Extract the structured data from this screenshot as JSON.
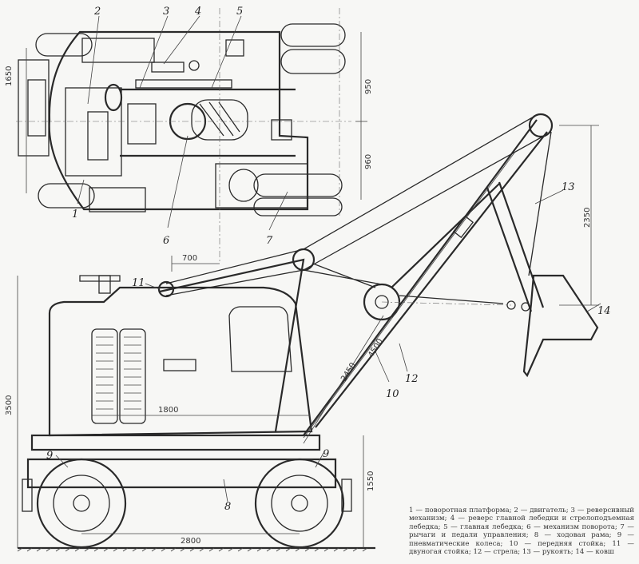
{
  "callouts": {
    "c1": "1",
    "c2": "2",
    "c3": "3",
    "c4": "4",
    "c5": "5",
    "c6": "6",
    "c7": "7",
    "c8": "8",
    "c9a": "9",
    "c9b": "9",
    "c10": "10",
    "c11": "11",
    "c12": "12",
    "c13": "13",
    "c14": "14"
  },
  "dimensions": {
    "d1650": "1650",
    "d950": "950",
    "d960": "960",
    "d700": "700",
    "d2350": "2350",
    "d4500": "4500",
    "d2450": "2450",
    "d1800": "1800",
    "d3500": "3500",
    "d1550": "1550",
    "d2800": "2800"
  },
  "legend": [
    "1 — поворотная платформа;",
    "2 — двигатель;",
    "3 — реверсивный механизм;",
    "4 — реверс главной лебедки и стрелоподъемная лебедка;",
    "5 — главная лебедка;",
    "6 — механизм поворота;",
    "7 — рычаги и педали управления;",
    "8 — ходовая рама;",
    "9 — пневматические колеса;",
    "10 — передняя стойка;",
    "11 — двуногая стойка;",
    "12 — стрела;",
    "13 — рукоять;",
    "14 — ковш"
  ]
}
